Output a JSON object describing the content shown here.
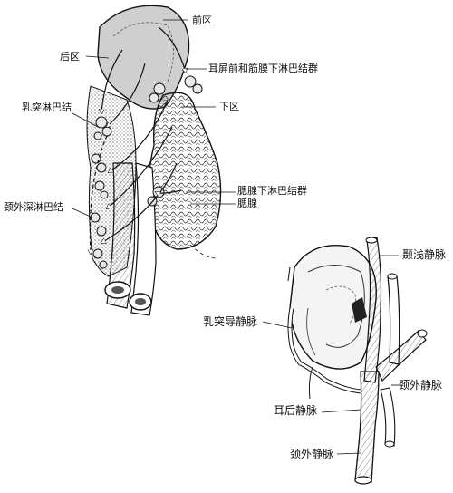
{
  "figure_left": {
    "labels": {
      "anterior_zone": "前区",
      "posterior_zone": "后区",
      "preauricular_nodes": "耳屏前和筋膜下淋巴结群",
      "mastoid_nodes": "乳突淋巴结",
      "inferior_zone": "下区",
      "subparotid_nodes": "腮腺下淋巴结群",
      "parotid_gland": "腮腺",
      "ext_jugular_deep_nodes": "颈外深淋巴结"
    }
  },
  "figure_right": {
    "labels": {
      "superficial_temporal_vein": "颞浅静脉",
      "mastoid_emissary_vein": "乳突导静脉",
      "external_jugular_vein_upper": "颈外静脉",
      "posterior_auricular_vein": "耳后静脉",
      "external_jugular_vein_lower": "颈外静脉"
    }
  },
  "colors": {
    "ink": "#111111",
    "shade": "#c9c9c9",
    "paper": "#ffffff"
  }
}
